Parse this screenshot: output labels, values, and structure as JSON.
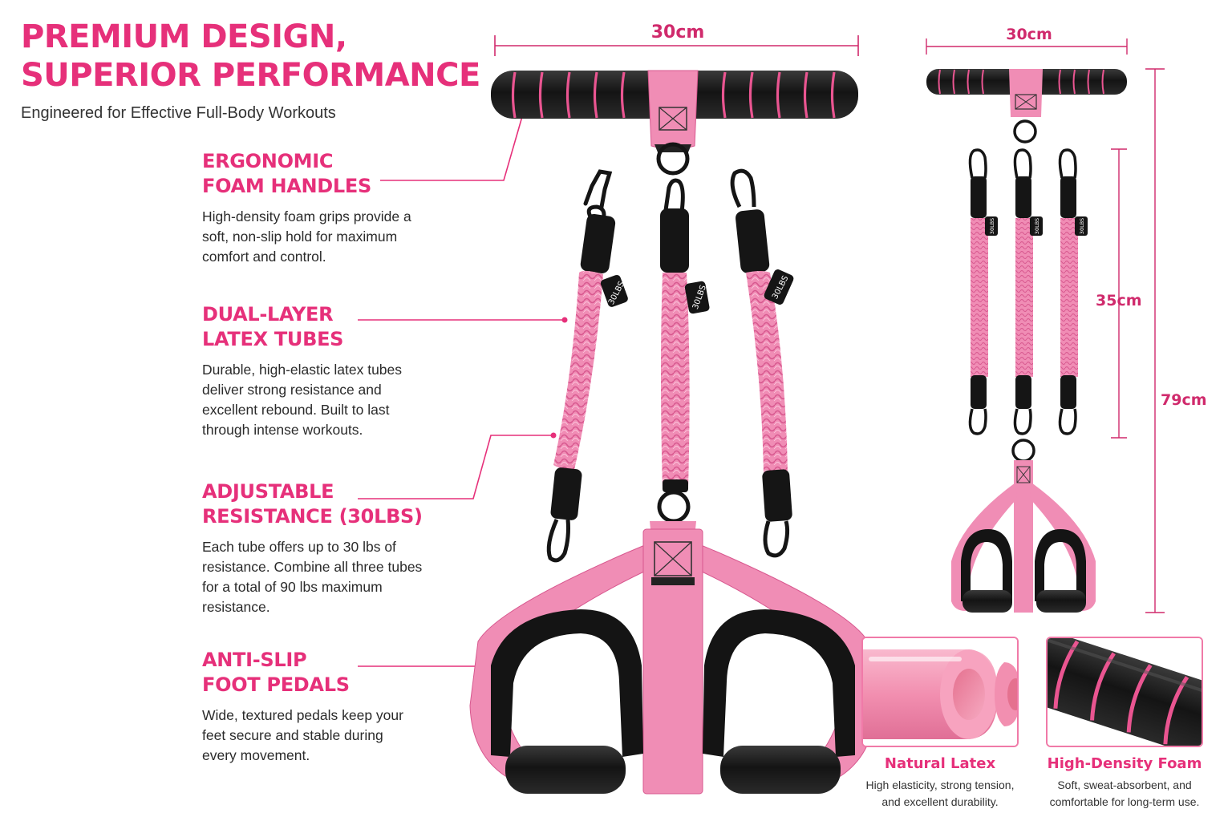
{
  "header": {
    "title_line1": "PREMIUM DESIGN,",
    "title_line2": "SUPERIOR PERFORMANCE",
    "subtitle": "Engineered for Effective Full-Body Workouts"
  },
  "features": [
    {
      "title_line1": "ERGONOMIC",
      "title_line2": "FOAM HANDLES",
      "description": "High-density foam grips provide a soft, non-slip hold for maximum comfort and control."
    },
    {
      "title_line1": "DUAL-LAYER",
      "title_line2": "LATEX TUBES",
      "description": "Durable, high-elastic latex tubes deliver strong resistance and excellent rebound. Built to last through intense workouts."
    },
    {
      "title_line1": "ADJUSTABLE",
      "title_line2": "RESISTANCE (30LBS)",
      "description": "Each tube offers up to 30 lbs of resistance. Combine all three tubes for a total of 90 lbs maximum resistance."
    },
    {
      "title_line1": "ANTI-SLIP",
      "title_line2": "FOOT PEDALS",
      "description": "Wide, textured pedals keep your feet secure and stable during every movement."
    }
  ],
  "tube_tag": "30LBS",
  "tube_tag_small": "30LBS",
  "dimensions": {
    "bar_width_main": "30cm",
    "bar_width_small": "30cm",
    "tube_length": "35cm",
    "total_length": "79cm"
  },
  "insets": [
    {
      "title": "Natural Latex",
      "description_line1": "High elasticity, strong tension,",
      "description_line2": "and excellent durability."
    },
    {
      "title": "High-Density Foam",
      "description_line1": "Soft, sweat-absorbent, and",
      "description_line2": "comfortable for long-term use."
    }
  ],
  "colors": {
    "accent": "#e6307a",
    "pink_fabric": "#f08db5",
    "foam_black": "#1c1c1c"
  }
}
